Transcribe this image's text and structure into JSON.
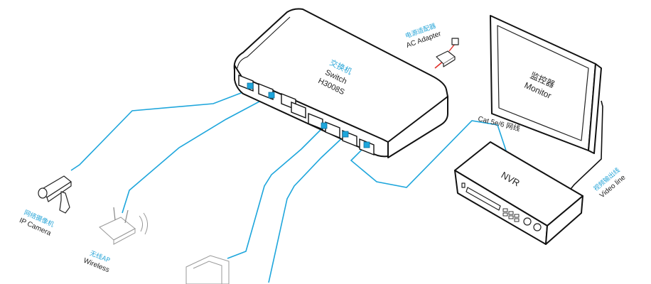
{
  "switch": {
    "label_cn": "交换机",
    "label_en": "Switch",
    "model": "H3008S",
    "port_count": 8
  },
  "adapter": {
    "label_cn": "电源适配器",
    "label_en": "AC Adapter"
  },
  "monitor": {
    "label_cn": "监控器",
    "label_en": "Monitor"
  },
  "cable": {
    "label": "Cat 5e/6 网线"
  },
  "nvr": {
    "label": "NVR"
  },
  "video_line": {
    "label_cn": "视频输出线",
    "label_en": "Video line"
  },
  "ip_camera": {
    "label_cn": "网络摄像机",
    "label_en": "IP Camera"
  },
  "wireless_ap": {
    "label_cn": "无线AP",
    "label_en": "Wireless"
  },
  "colors": {
    "cable": "#1ea6dc",
    "label_cn": "#2aa6d8",
    "power_cable": "#e0302a"
  }
}
